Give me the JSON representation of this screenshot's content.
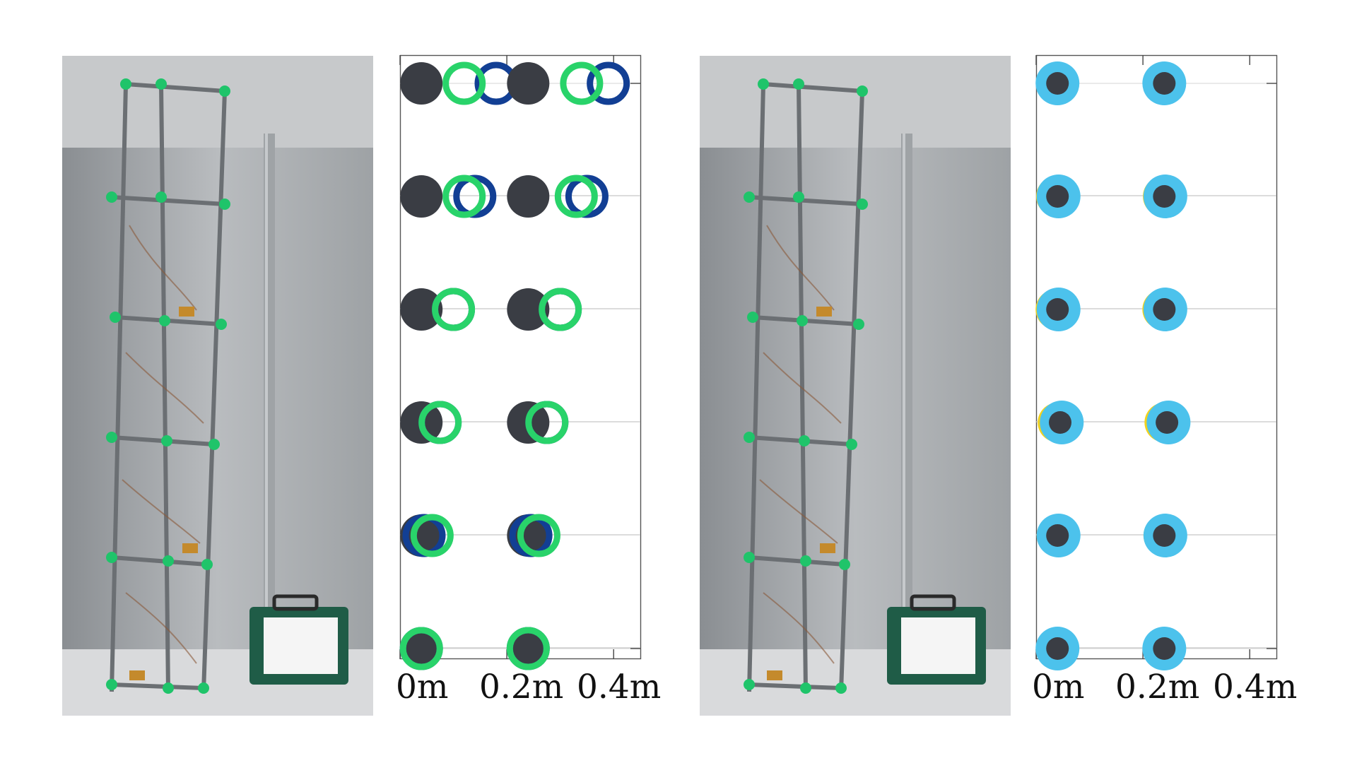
{
  "figure": {
    "panels": [
      {
        "id": "left",
        "photo_alt": "tensegrity tower photo with green markers",
        "tick_labels": [
          "0m",
          "0.2m",
          "0.4m"
        ],
        "colors": {
          "reference": "#3a3d44",
          "ring_a": "#17a34a",
          "ring_a_light": "#29d36a",
          "ring_b": "#123f94"
        }
      },
      {
        "id": "right",
        "photo_alt": "tensegrity tower photo with green markers",
        "tick_labels": [
          "0m",
          "0.2m",
          "0.4m"
        ],
        "colors": {
          "reference": "#3a3d44",
          "ring_a": "#4cc2ec",
          "ring_b": "#f2d21e"
        }
      }
    ]
  },
  "chart_data": [
    {
      "type": "scatter",
      "title": "",
      "xlabel": "",
      "ylabel": "",
      "xlim": [
        0,
        0.45
      ],
      "x_ticks": [
        0,
        0.2,
        0.4
      ],
      "levels": 6,
      "series": [
        {
          "markers": [
            {
              "level": 6,
              "ref_x": 0.04,
              "a_x": 0.12,
              "b_x": 0.18
            },
            {
              "level": 6,
              "ref_x": 0.24,
              "a_x": 0.34,
              "b_x": 0.39
            },
            {
              "level": 5,
              "ref_x": 0.04,
              "a_x": 0.12,
              "b_x": 0.14
            },
            {
              "level": 5,
              "ref_x": 0.24,
              "a_x": 0.33,
              "b_x": 0.35
            },
            {
              "level": 4,
              "ref_x": 0.04,
              "a_x": 0.1,
              "b_x": 0.1
            },
            {
              "level": 4,
              "ref_x": 0.24,
              "a_x": 0.3,
              "b_x": 0.3
            },
            {
              "level": 3,
              "ref_x": 0.04,
              "a_x": 0.075,
              "b_x": 0.075
            },
            {
              "level": 3,
              "ref_x": 0.24,
              "a_x": 0.275,
              "b_x": 0.275
            },
            {
              "level": 2,
              "ref_x": 0.04,
              "a_x": 0.06,
              "b_x": 0.045
            },
            {
              "level": 2,
              "ref_x": 0.24,
              "a_x": 0.26,
              "b_x": 0.245
            },
            {
              "level": 1,
              "ref_x": 0.04,
              "a_x": 0.04,
              "b_x": 0.04
            },
            {
              "level": 1,
              "ref_x": 0.24,
              "a_x": 0.24,
              "b_x": 0.24
            }
          ]
        }
      ]
    },
    {
      "type": "scatter",
      "title": "",
      "xlabel": "",
      "ylabel": "",
      "xlim": [
        0,
        0.45
      ],
      "x_ticks": [
        0,
        0.2,
        0.4
      ],
      "levels": 6,
      "series": [
        {
          "markers": [
            {
              "level": 6,
              "ref_x": 0.04,
              "a_x": 0.04,
              "b_x": 0.04
            },
            {
              "level": 6,
              "ref_x": 0.24,
              "a_x": 0.24,
              "b_x": 0.24
            },
            {
              "level": 5,
              "ref_x": 0.04,
              "a_x": 0.042,
              "b_x": 0.037
            },
            {
              "level": 5,
              "ref_x": 0.24,
              "a_x": 0.242,
              "b_x": 0.237
            },
            {
              "level": 4,
              "ref_x": 0.04,
              "a_x": 0.042,
              "b_x": 0.036
            },
            {
              "level": 4,
              "ref_x": 0.24,
              "a_x": 0.242,
              "b_x": 0.236
            },
            {
              "level": 3,
              "ref_x": 0.045,
              "a_x": 0.048,
              "b_x": 0.04
            },
            {
              "level": 3,
              "ref_x": 0.245,
              "a_x": 0.248,
              "b_x": 0.24
            },
            {
              "level": 2,
              "ref_x": 0.04,
              "a_x": 0.042,
              "b_x": 0.038
            },
            {
              "level": 2,
              "ref_x": 0.24,
              "a_x": 0.242,
              "b_x": 0.238
            },
            {
              "level": 1,
              "ref_x": 0.04,
              "a_x": 0.04,
              "b_x": 0.04
            },
            {
              "level": 1,
              "ref_x": 0.24,
              "a_x": 0.24,
              "b_x": 0.24
            }
          ]
        }
      ]
    }
  ]
}
